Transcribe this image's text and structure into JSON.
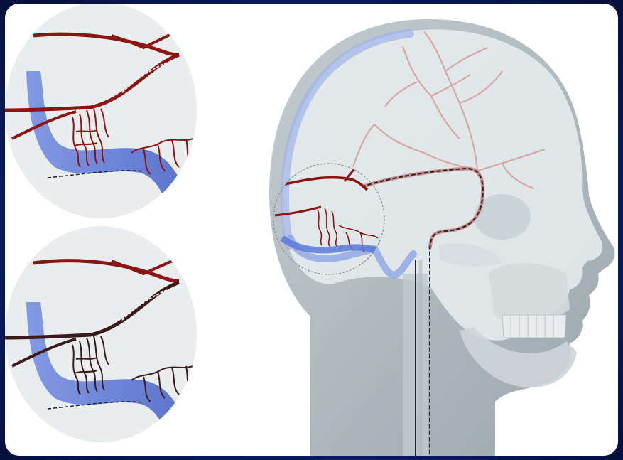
{
  "figure": {
    "panels": [
      "inset-top",
      "inset-bottom",
      "head-sagittal"
    ],
    "colors": {
      "frame": "#0b1f6a",
      "artery": "#8e1414",
      "artery_light": "#d49a9a",
      "vessel_dark": "#3a1a1a",
      "vein_blue": "#5b78d8",
      "head_gray": "#a6b2b7",
      "skull_light": "#dde3e5",
      "catheter": "#222222"
    },
    "icons": [
      "occlusion-catheter-icon"
    ]
  }
}
